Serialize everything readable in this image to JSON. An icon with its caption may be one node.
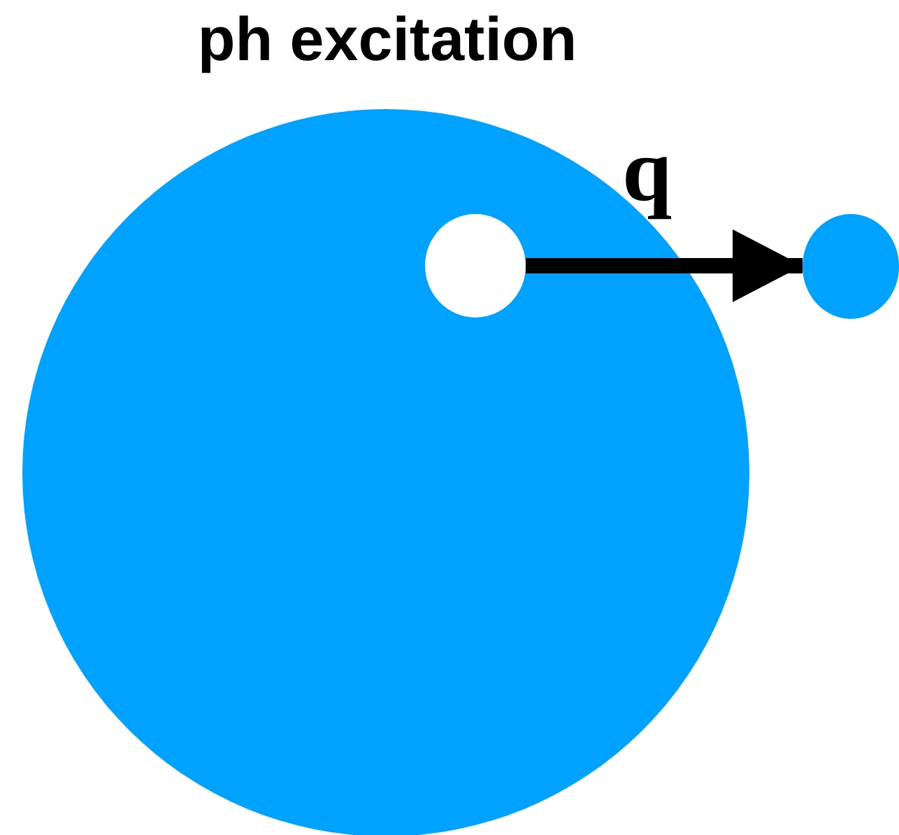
{
  "diagram": {
    "title": "ph excitation",
    "nodes": [
      {
        "text": [],
        "shape": "circle"
      },
      {
        "text": [],
        "shape": "circle",
        "in": 0
      },
      {
        "text": [],
        "shape": "circle"
      }
    ],
    "edges": [
      {
        "from": 1,
        "to": 2,
        "arrow": "to",
        "label": "q"
      }
    ]
  }
}
